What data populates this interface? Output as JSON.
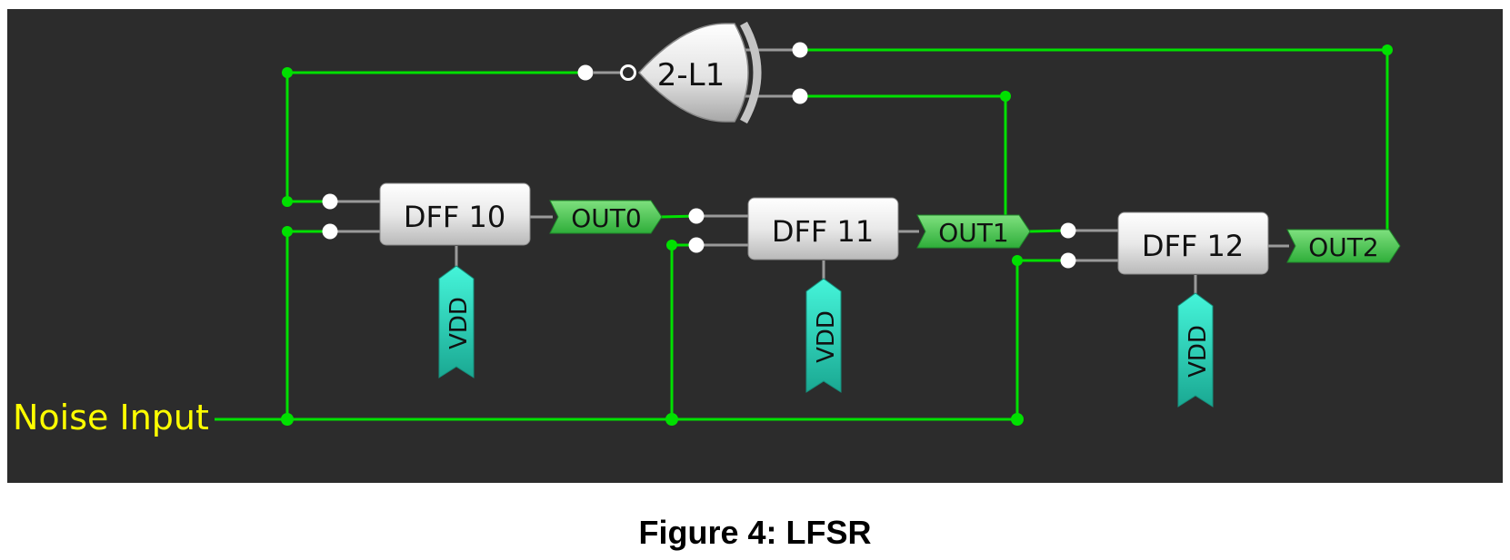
{
  "diagram": {
    "gate_label": "2-L1",
    "input_label": "Noise Input",
    "dff_labels": [
      "DFF 10",
      "DFF 11",
      "DFF 12"
    ],
    "out_labels": [
      "OUT0",
      "OUT1",
      "OUT2"
    ],
    "vdd_label": "VDD",
    "colors": {
      "background": "#2c2c2c",
      "wire": "#00e000",
      "input_text": "#ffff00",
      "out_tag": "#3cc84a",
      "vdd_tag": "#2ee0c4"
    }
  },
  "caption": "Figure 4: LFSR"
}
